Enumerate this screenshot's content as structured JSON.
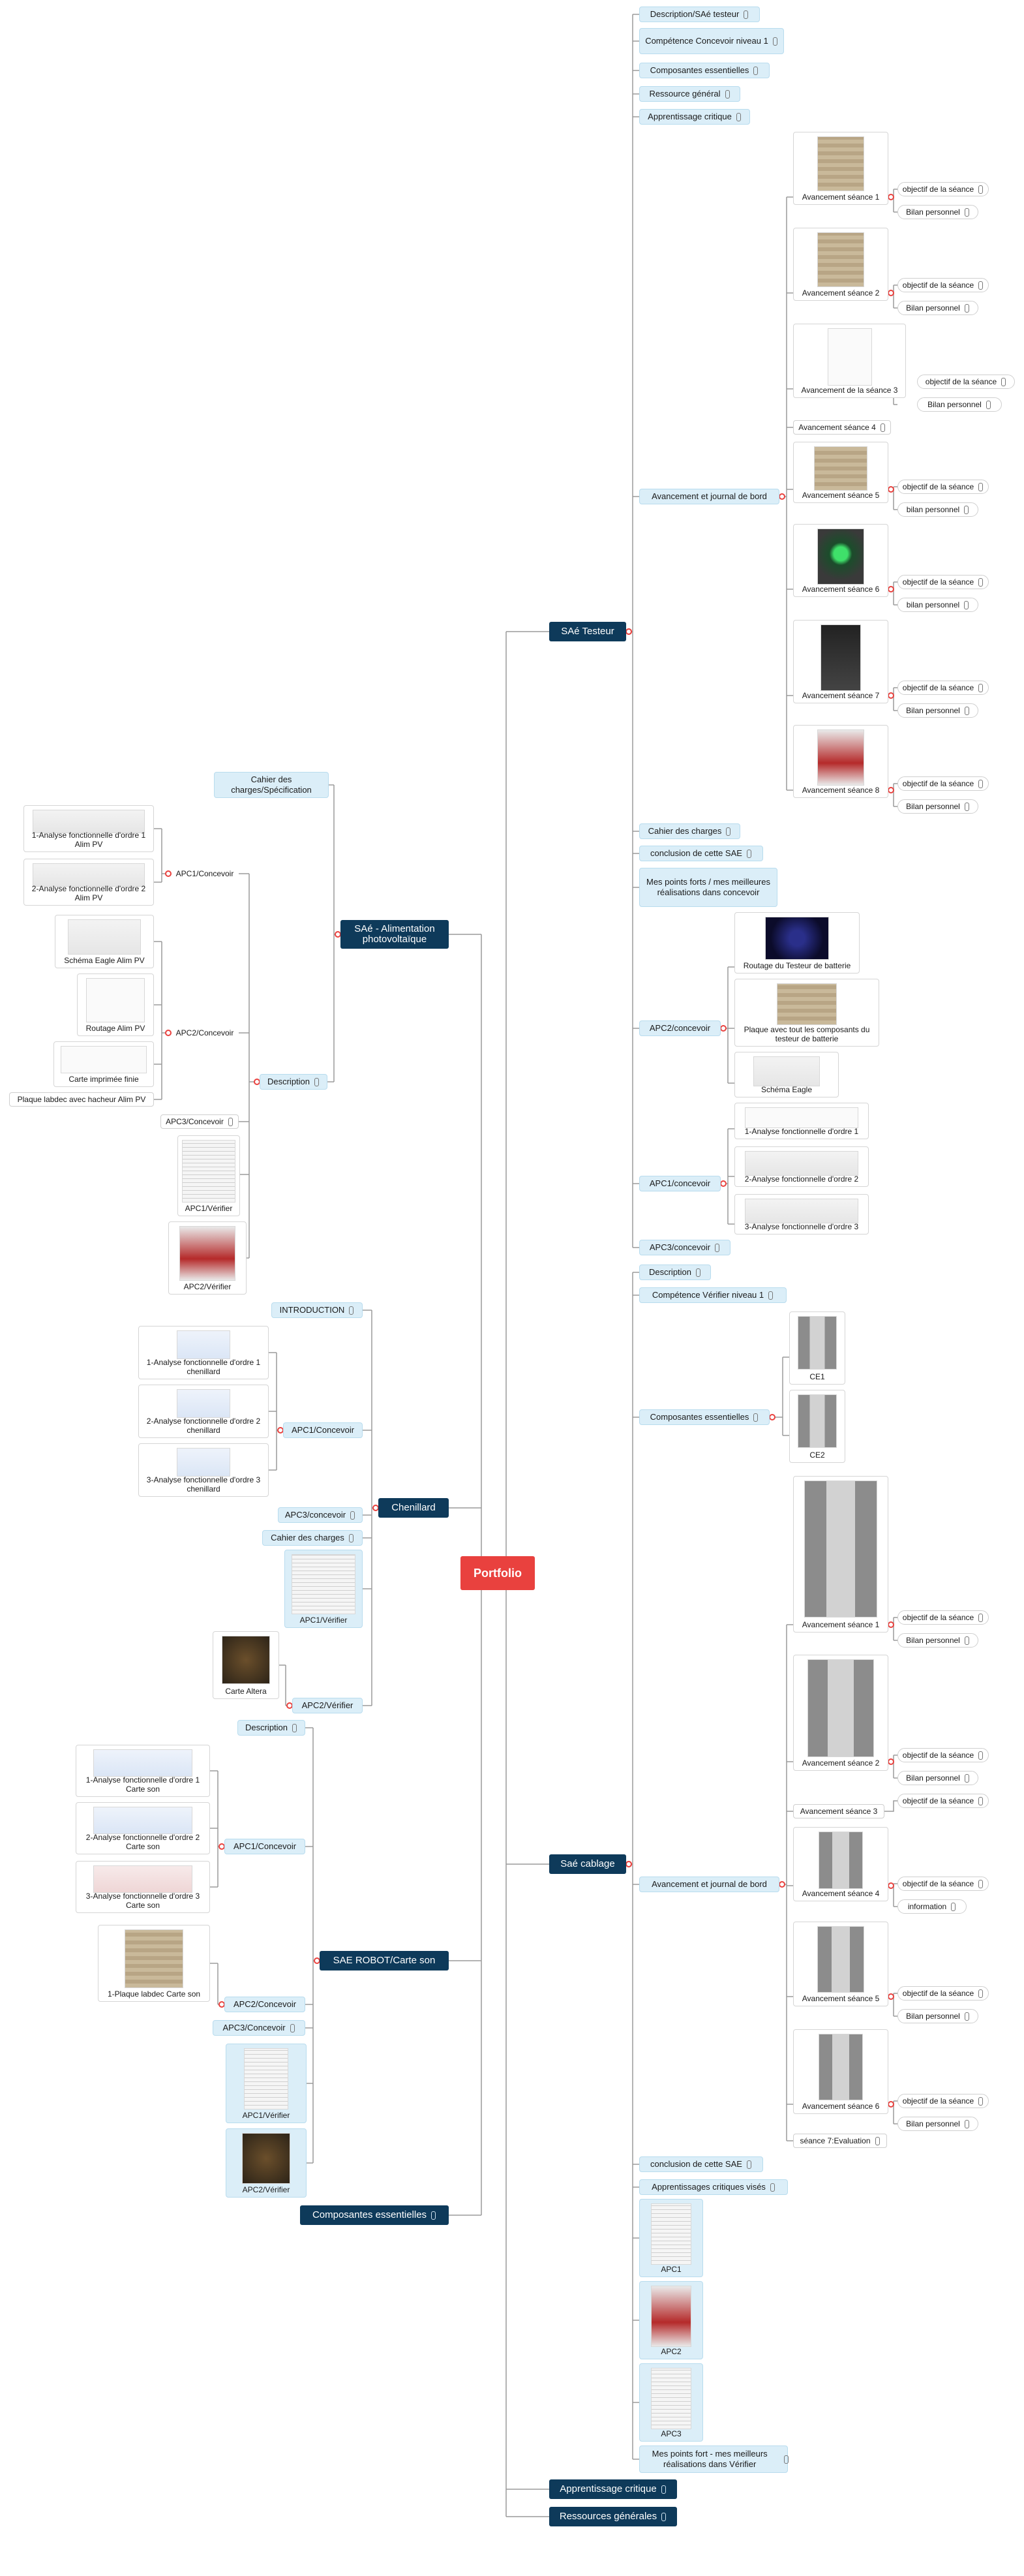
{
  "root": {
    "label": "Portfolio"
  },
  "branches": {
    "testeur": {
      "title": "SAé Testeur",
      "description": "Description/SAé testeur",
      "competence": "Compétence Concevoir niveau 1",
      "composantes": "Composantes essentielles",
      "ressource": "Ressource général",
      "apprentissage": "Apprentissage critique",
      "journal": "Avancement et journal de bord",
      "seances": [
        {
          "label": "Avancement séance 1",
          "a": "objectif de la séance",
          "b": "Bilan personnel"
        },
        {
          "label": "Avancement séance 2",
          "a": "objectif de la séance",
          "b": "Bilan personnel"
        },
        {
          "label": "Avancement de la séance 3",
          "a": "objectif de la séance",
          "b": "Bilan personnel"
        },
        {
          "label": "Avancement séance 4"
        },
        {
          "label": "Avancement séance 5",
          "a": "objectif de la séance",
          "b": "bilan personnel"
        },
        {
          "label": "Avancement séance 6",
          "a": "objectif de la séance",
          "b": "bilan personnel"
        },
        {
          "label": "Avancement séance 7",
          "a": "objectif de la séance",
          "b": "Bilan personnel"
        },
        {
          "label": "Avancement séance 8",
          "a": "objectif de la séance",
          "b": "Bilan personnel"
        }
      ],
      "cahier": "Cahier des charges",
      "conclusion": "conclusion de cette SAE",
      "points": "Mes points forts / mes meilleures réalisations dans concevoir",
      "apc2": "APC2/concevoir",
      "apc2_items": [
        "Routage du Testeur de batterie",
        "Plaque avec tout les composants du testeur de batterie",
        "Schéma Eagle"
      ],
      "apc1": "APC1/concevoir",
      "apc1_items": [
        "1-Analyse fonctionnelle d'ordre 1",
        "2-Analyse fonctionnelle d'ordre 2",
        "3-Analyse fonctionnelle d'ordre 3"
      ],
      "apc3": "APC3/concevoir"
    },
    "alim": {
      "title": "SAé - Alimentation photovoltaïque",
      "cahier": "Cahier des charges/Spécification",
      "description": "Description",
      "apc1": "APC1/Concevoir",
      "apc1_items": [
        "1-Analyse fonctionnelle d'ordre 1 Alim PV",
        "2-Analyse fonctionnelle d'ordre 2 Alim PV"
      ],
      "apc2": "APC2/Concevoir",
      "apc2_items": [
        "Schéma Eagle Alim PV",
        "Routage Alim PV",
        "Carte imprimée finie",
        "Plaque labdec avec hacheur Alim PV"
      ],
      "apc3": "APC3/Concevoir",
      "apc1v": "APC1/Vérifier",
      "apc2v": "APC2/Vérifier"
    },
    "chenillard": {
      "title": "Chenillard",
      "intro": "INTRODUCTION",
      "apc1": "APC1/Concevoir",
      "apc1_items": [
        "1-Analyse fonctionnelle d'ordre 1 chenillard",
        "2-Analyse fonctionnelle d'ordre 2 chenillard",
        "3-Analyse fonctionnelle d'ordre 3 chenillard"
      ],
      "apc3": "APC3/concevoir",
      "cahier": "Cahier des charges",
      "apc1v": "APC1/Vérifier",
      "apc2v": "APC2/Vérifier",
      "carte": "Carte Altera"
    },
    "robot": {
      "title": "SAE ROBOT/Carte son",
      "description": "Description",
      "apc1": "APC1/Concevoir",
      "apc1_items": [
        "1-Analyse fonctionnelle d'ordre 1 Carte son",
        "2-Analyse fonctionnelle d'ordre 2 Carte son",
        "3-Analyse fonctionnelle d'ordre 3 Carte son"
      ],
      "apc2": "APC2/Concevoir",
      "apc2_item": "1-Plaque labdec Carte son",
      "apc3": "APC3/Concevoir",
      "apc1v": "APC1/Vérifier",
      "apc2v": "APC2/Vérifier"
    },
    "compo": {
      "title": "Composantes essentielles"
    },
    "cablage": {
      "title": "Saé cablage",
      "description": "Description",
      "competence": "Compétence Vérifier niveau 1",
      "composantes": "Composantes essentielles",
      "ce": [
        "CE1",
        "CE2"
      ],
      "journal": "Avancement et journal de bord",
      "seances": [
        {
          "label": "Avancement séance 1",
          "a": "objectif de la séance",
          "b": "Bilan personnel"
        },
        {
          "label": "Avancement séance 2",
          "a": "objectif de la séance",
          "b": "Bilan personnel"
        },
        {
          "label": "Avancement séance 3",
          "a": "objectif de la séance"
        },
        {
          "label": "Avancement séance 4",
          "a": "objectif de la séance",
          "b": "information"
        },
        {
          "label": "Avancement séance 5",
          "a": "objectif de la séance",
          "b": "Bilan personnel"
        },
        {
          "label": "Avancement séance 6",
          "a": "objectif de la séance",
          "b": "Bilan personnel"
        },
        {
          "label": "séance 7:Evaluation"
        }
      ],
      "conclusion": "conclusion de cette SAE",
      "apprentissages": "Apprentissages critiques visés",
      "apc": [
        "APC1",
        "APC2",
        "APC3"
      ],
      "points": "Mes points fort - mes meilleurs réalisations dans Vérifier"
    },
    "apprentissage": {
      "title": "Apprentissage critique"
    },
    "ressources": {
      "title": "Ressources générales"
    }
  },
  "colors": {
    "root": "#e9413e",
    "main": "#0e3a5a",
    "sub": "#dbeef8",
    "line": "#9a9a9a",
    "dot": "#e9413e"
  },
  "icons": [
    "paperclip-icon",
    "collapse-dot-icon"
  ]
}
